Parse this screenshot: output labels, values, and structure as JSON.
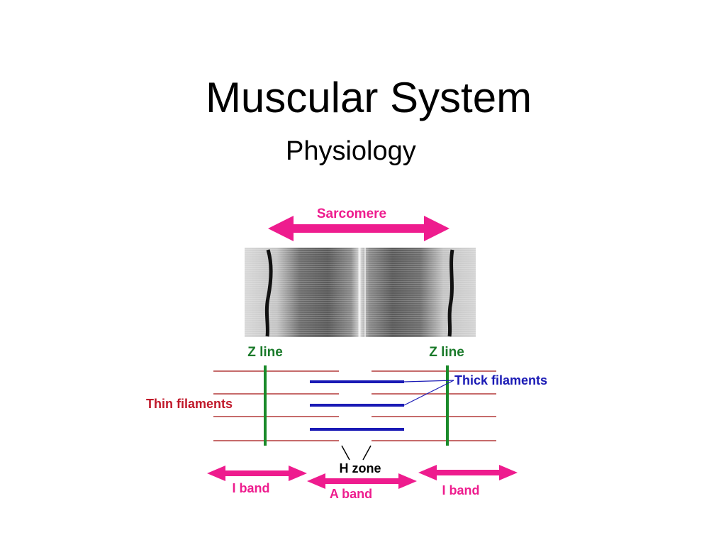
{
  "slide": {
    "title": "Muscular System",
    "subtitle": "Physiology"
  },
  "diagram": {
    "labels": {
      "sarcomere": "Sarcomere",
      "z_line_left": "Z line",
      "z_line_right": "Z line",
      "thick_filaments": "Thick filaments",
      "thin_filaments": "Thin filaments",
      "h_zone": "H zone",
      "i_band_left": "I band",
      "a_band": "A band",
      "i_band_right": "I band"
    },
    "colors": {
      "arrow": "#ee1c8e",
      "z_line": "#1a8a2a",
      "thin_filament": "#b33a3a",
      "thick_filament": "#1a1ab5",
      "z_label": "#1a7a2a",
      "thick_label": "#1a1ab5",
      "thin_label": "#c0182a",
      "band_label": "#ee1c8e",
      "h_zone_label": "#000000"
    }
  }
}
